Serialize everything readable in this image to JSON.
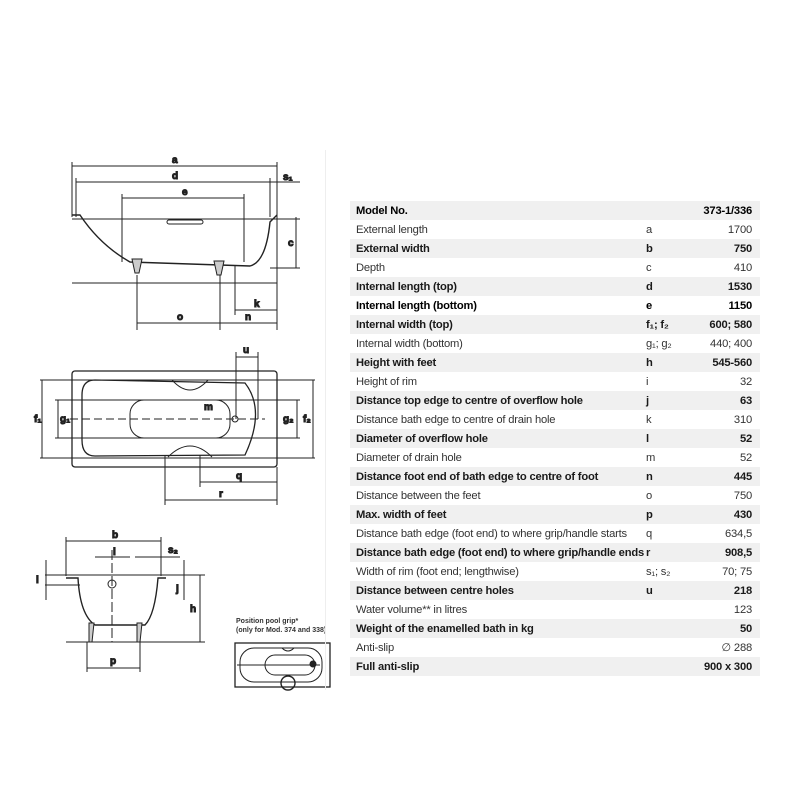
{
  "diagram": {
    "side_view_labels": {
      "a": "a",
      "d": "d",
      "e": "e",
      "s1": "s₁",
      "c": "c",
      "k": "k",
      "o": "o",
      "n": "n"
    },
    "top_view_labels": {
      "u": "u",
      "f1": "f₁",
      "g1": "g₁",
      "g2": "g₂",
      "f2": "f₂",
      "m": "m",
      "q": "q",
      "r": "r"
    },
    "end_view_labels": {
      "b": "b",
      "s2": "s₂",
      "l": "l",
      "i": "i",
      "j": "j",
      "h": "h",
      "p": "p"
    },
    "pool_grip_caption_line1": "Position pool grip*",
    "pool_grip_caption_line2": "(only for Mod. 374 and 338)"
  },
  "table": {
    "header": {
      "label": "Model No.",
      "symbol": "",
      "value": "373-1/336"
    },
    "rows": [
      {
        "label": "External length",
        "symbol": "a",
        "value": "1700"
      },
      {
        "label": "External width",
        "symbol": "b",
        "value": "750"
      },
      {
        "label": "Depth",
        "symbol": "c",
        "value": "410"
      },
      {
        "label": "Internal length (top)",
        "symbol": "d",
        "value": "1530"
      },
      {
        "label": "Internal length (bottom)",
        "symbol": "e",
        "value": "1150"
      },
      {
        "label": "Internal width (top)",
        "symbol": "f₁; f₂",
        "value": "600; 580"
      },
      {
        "label": "Internal width (bottom)",
        "symbol": "g₁; g₂",
        "value": "440; 400"
      },
      {
        "label": "Height with feet",
        "symbol": "h",
        "value": "545-560"
      },
      {
        "label": "Height of rim",
        "symbol": "i",
        "value": "32"
      },
      {
        "label": "Distance top edge to centre of overflow hole",
        "symbol": "j",
        "value": "63"
      },
      {
        "label": "Distance bath edge to centre of drain hole",
        "symbol": "k",
        "value": "310"
      },
      {
        "label": "Diameter of overflow hole",
        "symbol": "l",
        "value": "52"
      },
      {
        "label": "Diameter of drain hole",
        "symbol": "m",
        "value": "52"
      },
      {
        "label": "Distance foot end of bath edge to centre of foot",
        "symbol": "n",
        "value": "445"
      },
      {
        "label": "Distance between the feet",
        "symbol": "o",
        "value": "750"
      },
      {
        "label": "Max. width of feet",
        "symbol": "p",
        "value": "430"
      },
      {
        "label": "Distance bath edge (foot end) to where grip/handle starts",
        "symbol": "q",
        "value": "634,5"
      },
      {
        "label": "Distance bath edge (foot end) to where grip/handle ends",
        "symbol": "r",
        "value": "908,5"
      },
      {
        "label": "Width of rim (foot end; lengthwise)",
        "symbol": "s₁; s₂",
        "value": "70; 75"
      },
      {
        "label": "Distance between centre holes",
        "symbol": "u",
        "value": "218"
      },
      {
        "label": "Water volume** in litres",
        "symbol": "",
        "value": "123"
      },
      {
        "label": "Weight of the enamelled bath in kg",
        "symbol": "",
        "value": "50"
      },
      {
        "label": "Anti-slip",
        "symbol": "",
        "value": "∅ 288"
      },
      {
        "label": "Full anti-slip",
        "symbol": "",
        "value": "900 x 300"
      }
    ]
  }
}
